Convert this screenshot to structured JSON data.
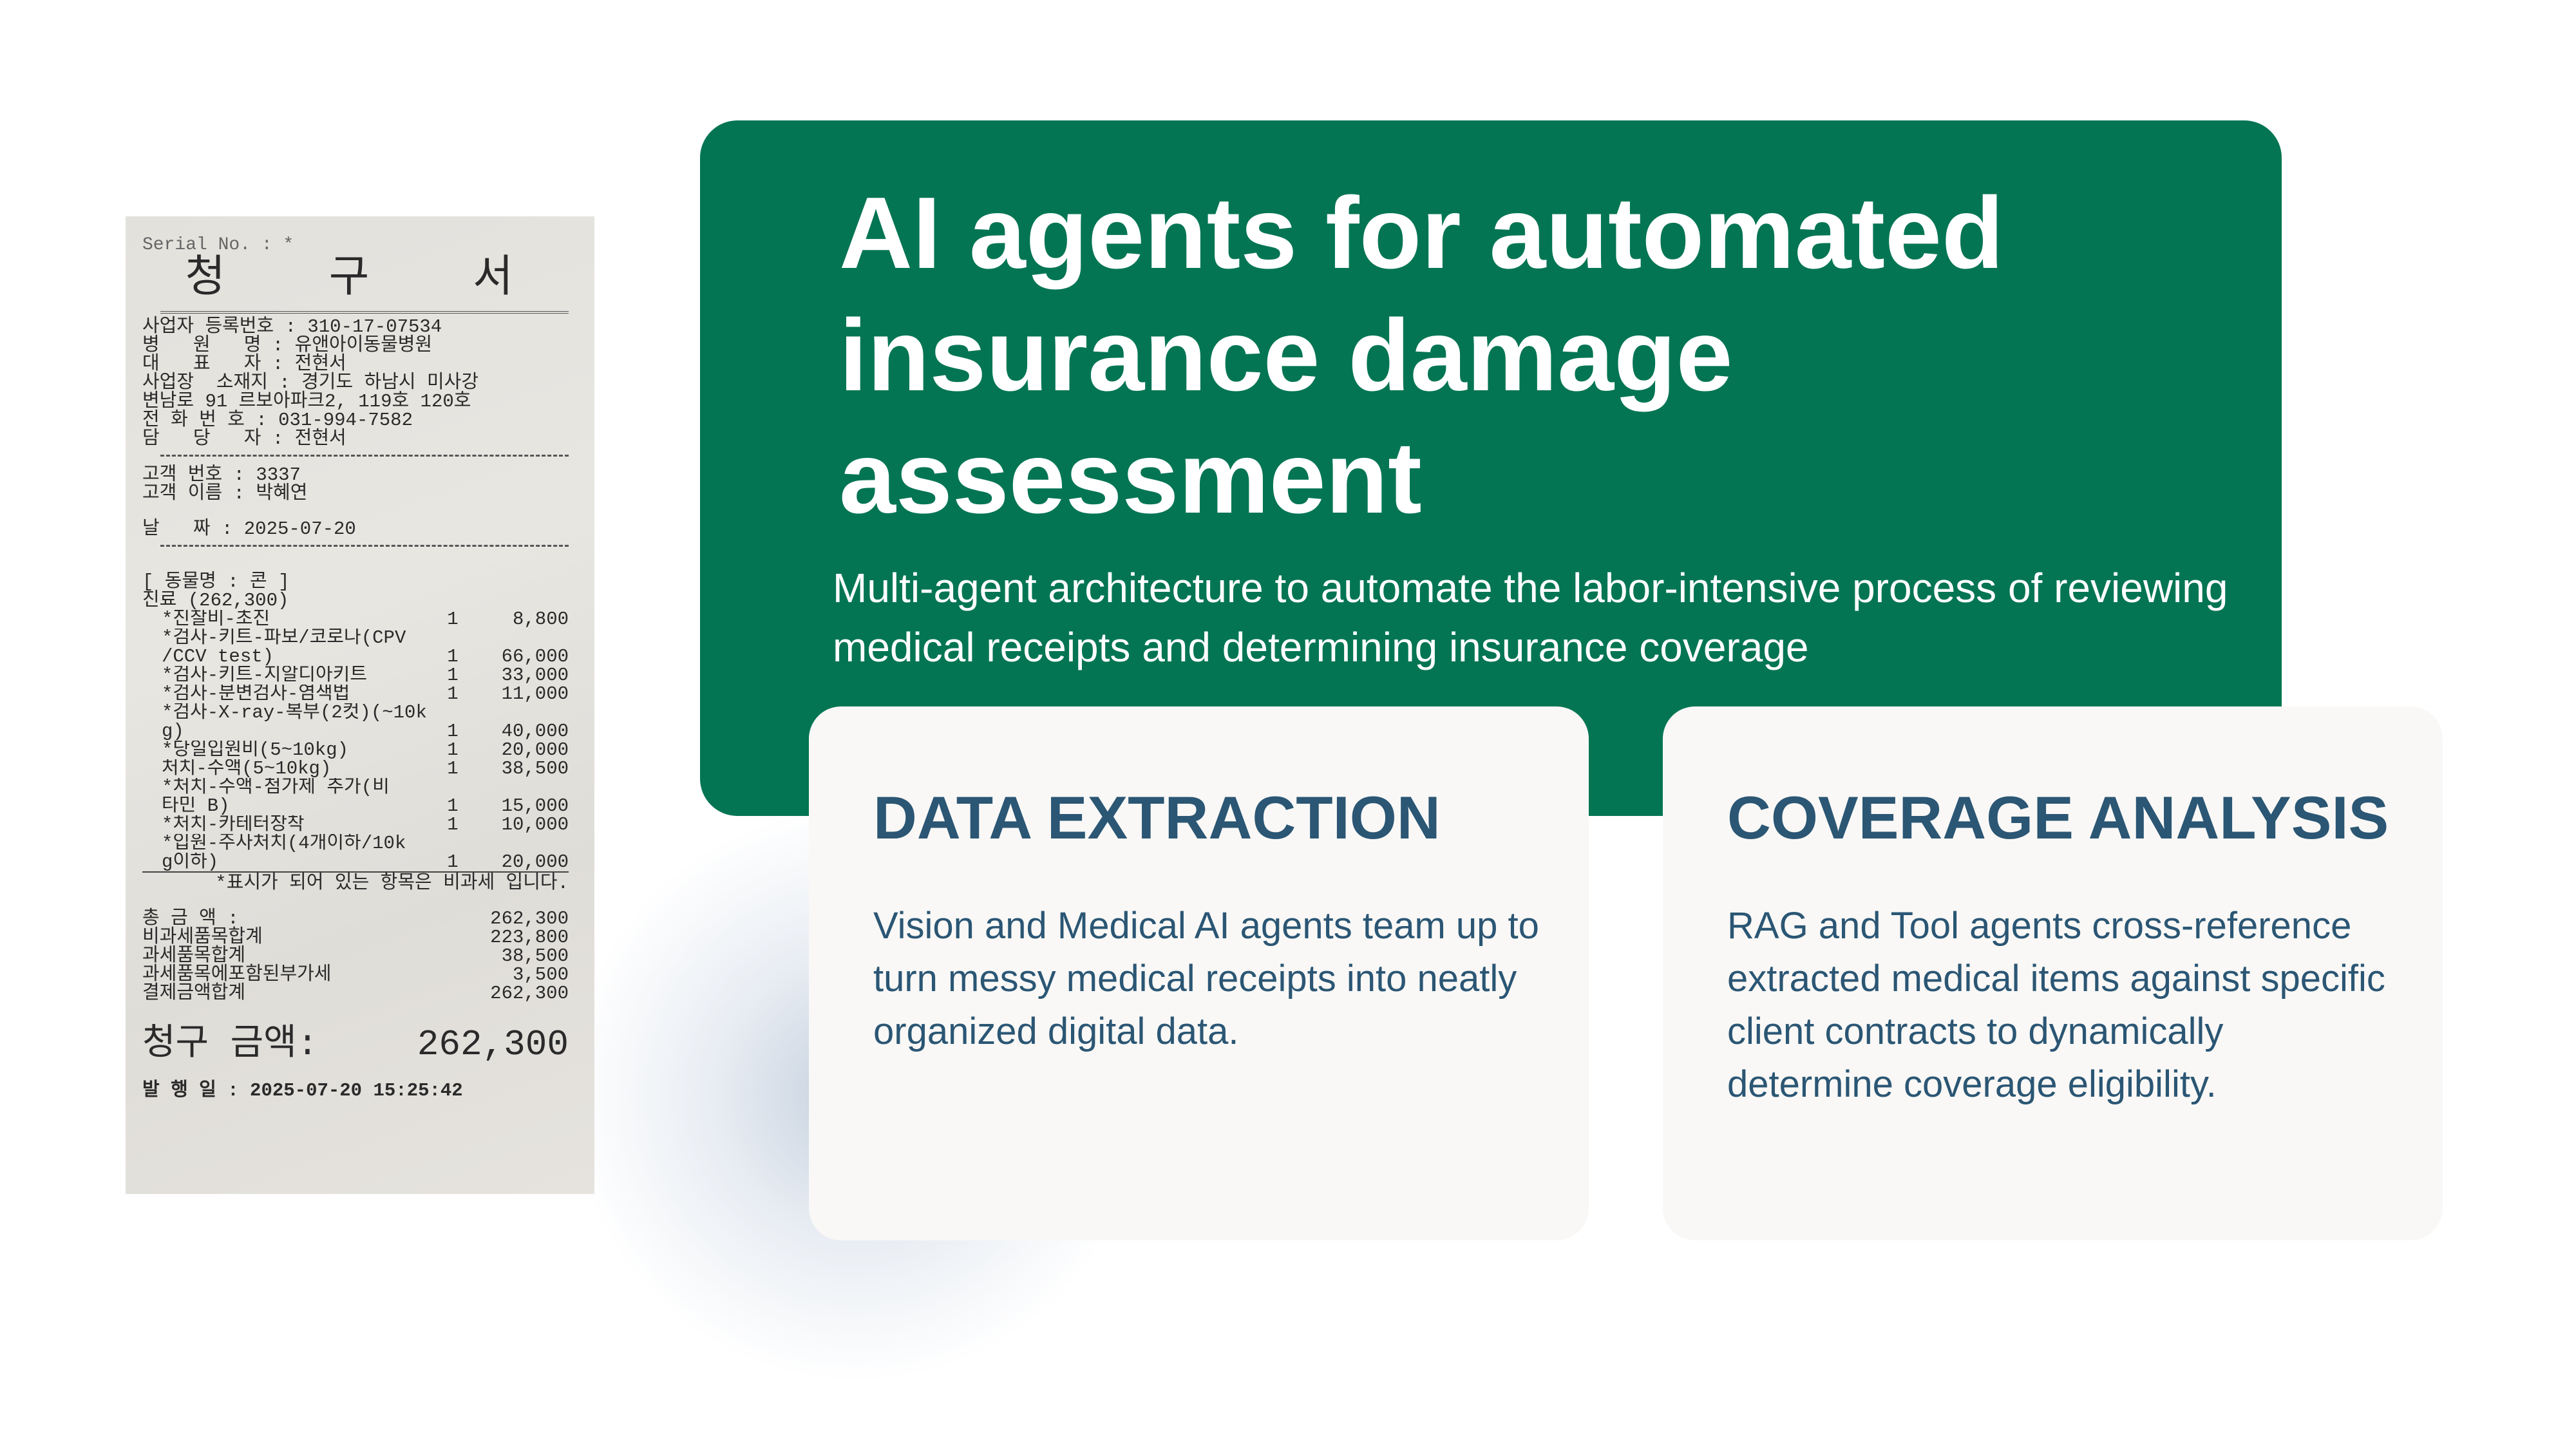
{
  "receipt": {
    "serial": "Serial No. : *",
    "title": "청 구 서",
    "header_lines": [
      "사업자 등록번호 : 310-17-07534",
      "병   원   명 : 유앤아이동물병원",
      "대   표   자 : 전현서",
      "사업장  소재지 : 경기도 하남시 미사강",
      "변남로 91 르보아파크2, 119호 120호",
      "전 화 번 호 : 031-994-7582",
      "담   당   자 : 전현서"
    ],
    "customer_lines": [
      "고객 번호 : 3337",
      "고객 이름 : 박혜연"
    ],
    "date_line": "날   짜 : 2025-07-20",
    "pet_line": "[ 동물명 : 콘 ]",
    "section_line": "진료 (262,300)",
    "items": [
      {
        "name": "*진찰비-초진",
        "qty": "1",
        "amount": "8,800"
      },
      {
        "name": "*검사-키트-파보/코로나(CPV",
        "qty": "",
        "amount": ""
      },
      {
        "name": "/CCV test)",
        "qty": "1",
        "amount": "66,000"
      },
      {
        "name": "*검사-키트-지알디아키트",
        "qty": "1",
        "amount": "33,000"
      },
      {
        "name": "*검사-분변검사-염색법",
        "qty": "1",
        "amount": "11,000"
      },
      {
        "name": "*검사-X-ray-복부(2컷)(~10k",
        "qty": "",
        "amount": ""
      },
      {
        "name": "g)",
        "qty": "1",
        "amount": "40,000"
      },
      {
        "name": "*당일입원비(5~10kg)",
        "qty": "1",
        "amount": "20,000"
      },
      {
        "name": "처치-수액(5~10kg)",
        "qty": "1",
        "amount": "38,500"
      },
      {
        "name": "*처치-수액-첨가제 추가(비",
        "qty": "",
        "amount": ""
      },
      {
        "name": "타민 B)",
        "qty": "1",
        "amount": "15,000"
      },
      {
        "name": "*처치-카테터장착",
        "qty": "1",
        "amount": "10,000"
      },
      {
        "name": "*입원-주사처치(4개이하/10k",
        "qty": "",
        "amount": ""
      },
      {
        "name": "g이하)",
        "qty": "1",
        "amount": "20,000"
      }
    ],
    "note": "*표시가 되어 있는 항목은 비과세 입니다.",
    "summary": [
      {
        "label": "총 금 액 :",
        "amount": "262,300"
      },
      {
        "label": "비과세품목합계",
        "amount": "223,800"
      },
      {
        "label": "과세품목합계",
        "amount": "38,500"
      },
      {
        "label": "과세품목에포함된부가세",
        "amount": "3,500"
      },
      {
        "label": "결제금액합계",
        "amount": "262,300"
      }
    ],
    "claim_label": "청구 금액:",
    "claim_amount": "262,300",
    "issued": "발 행 일 : 2025-07-20 15:25:42"
  },
  "hero": {
    "title": "AI agents for automated insurance damage assessment",
    "subtitle": "Multi-agent architecture to automate the labor-intensive process of reviewing medical receipts and determining insurance coverage",
    "color": "#047553"
  },
  "cards": [
    {
      "title": "DATA EXTRACTION",
      "text": "Vision and Medical AI agents team up to turn messy medical receipts into neatly organized digital data."
    },
    {
      "title": "COVERAGE ANALYSIS",
      "text": "RAG and Tool agents cross-reference extracted medical items against specific client contracts to dynamically determine coverage eligibility."
    }
  ],
  "colors": {
    "card_bg": "#f9f8f6",
    "card_text": "#2b5674"
  }
}
